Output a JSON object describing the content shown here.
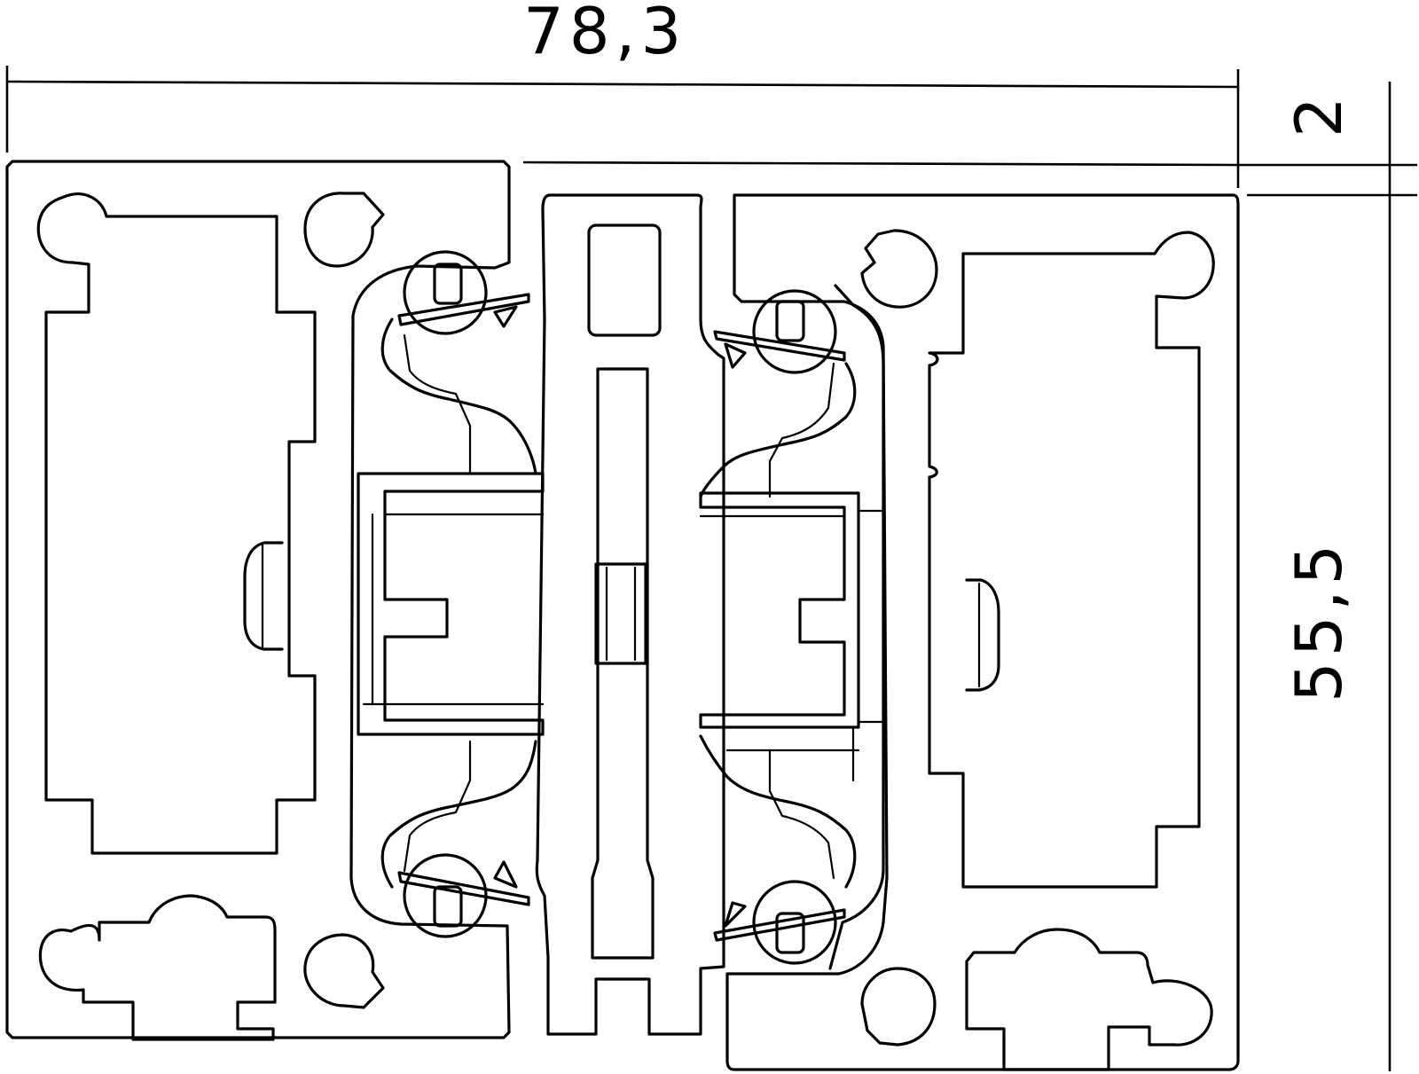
{
  "dimensions": {
    "width_label": "78,3",
    "offset_label": "2",
    "height_label": "55,5"
  },
  "colors": {
    "line": "#000000",
    "background": "#ffffff"
  }
}
